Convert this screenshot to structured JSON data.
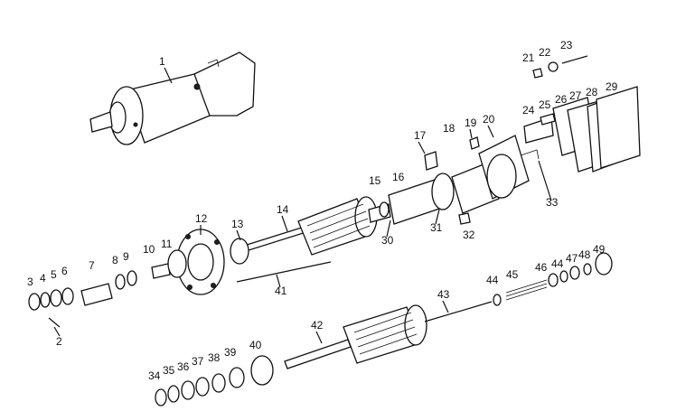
{
  "diagram": {
    "part_numbers": [
      "1",
      "2",
      "3",
      "4",
      "5",
      "6",
      "7",
      "8",
      "9",
      "10",
      "11",
      "12",
      "13",
      "14",
      "15",
      "16",
      "17",
      "18",
      "19",
      "20",
      "21",
      "22",
      "23",
      "24",
      "25",
      "26",
      "27",
      "28",
      "29",
      "30",
      "31",
      "32",
      "33",
      "34",
      "35",
      "36",
      "37",
      "38",
      "39",
      "40",
      "41",
      "42",
      "43",
      "44",
      "45",
      "46",
      "44",
      "47",
      "48",
      "49"
    ]
  }
}
